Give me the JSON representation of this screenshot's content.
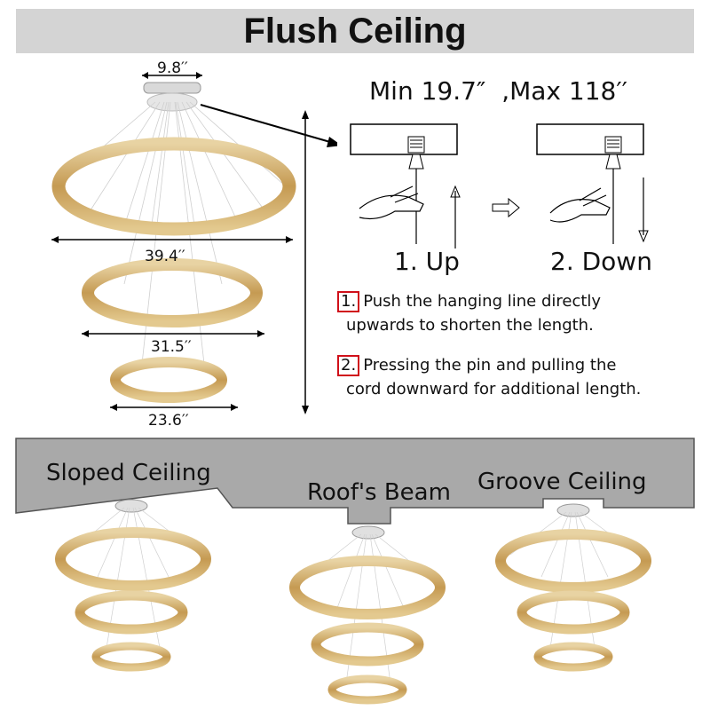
{
  "title": "Flush Ceiling",
  "dimensions": {
    "canopy": "9.8′′",
    "large_ring": "39.4′′",
    "medium_ring": "31.5′′",
    "small_ring": "23.6′′"
  },
  "length_range": "Min 19.7″  ,Max 118′′",
  "steps": {
    "up_label": "1. Up",
    "down_label": "2. Down"
  },
  "instructions": [
    {
      "num": "1.",
      "line1": "Push the hanging line directly",
      "line2": "upwards to shorten the length."
    },
    {
      "num": "2.",
      "line1": "Pressing the pin and pulling the",
      "line2": "cord downward for additional length."
    }
  ],
  "ceilings": {
    "sloped": "Sloped Ceiling",
    "beam": "Roof's Beam",
    "groove": "Groove Ceiling"
  },
  "colors": {
    "ceiling_gray": "#a9a9a9",
    "title_gray": "#d4d4d4",
    "ring_gold": "#c9a25e",
    "highlight_red": "#d0101a"
  }
}
